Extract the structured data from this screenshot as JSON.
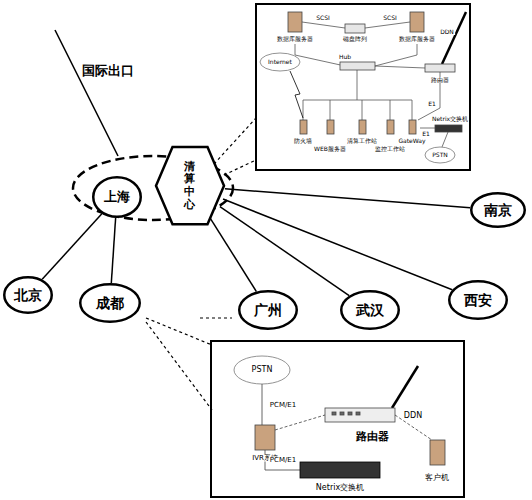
{
  "diagram": {
    "nodes": [
      {
        "text": [
          "上海"
        ]
      },
      {
        "text": [
          "清算中心"
        ]
      },
      {
        "text": [
          "南京"
        ]
      },
      {
        "text": [
          "北京"
        ]
      },
      {
        "text": [
          "成都"
        ]
      },
      {
        "text": [
          "广州"
        ]
      },
      {
        "text": [
          "武汉"
        ]
      },
      {
        "text": [
          "西安"
        ]
      }
    ],
    "edges": [
      {
        "from": 1,
        "to": 2,
        "arrow": "none"
      },
      {
        "from": 0,
        "to": 3,
        "arrow": "none"
      },
      {
        "from": 0,
        "to": 4,
        "arrow": "none"
      },
      {
        "from": 1,
        "to": 5,
        "arrow": "none"
      },
      {
        "from": 1,
        "to": 6,
        "arrow": "none"
      },
      {
        "from": 1,
        "to": 7,
        "arrow": "none"
      }
    ],
    "labels": [
      "国际出口",
      "数据库服务器",
      "SCSI",
      "磁盘阵列",
      "SCSI",
      "数据库服务器",
      "Internet",
      "Hub",
      "DDN",
      "路由器",
      "防火墙",
      "WEB服务器",
      "清算工作站",
      "监控工作站",
      "GateWay",
      "E1",
      "E1",
      "Netrix交换机",
      "PSTN",
      "PSTN",
      "PCM/E1",
      "DDN",
      "路由器",
      "IVR系统",
      "PCM/E1",
      "Netrix交换机",
      "客户机"
    ]
  }
}
